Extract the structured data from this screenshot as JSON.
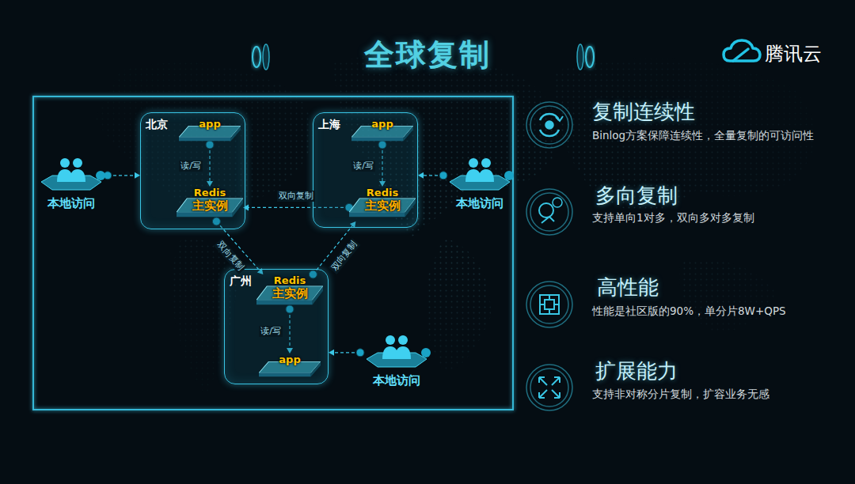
{
  "diagram": {
    "title": "全球复制",
    "nodes": [
      {
        "text": [
          "北京"
        ]
      },
      {
        "text": [
          "app"
        ],
        "in": 0
      },
      {
        "text": [
          "Redis",
          "主实例"
        ],
        "in": 0
      },
      {
        "text": [
          "上海"
        ]
      },
      {
        "text": [
          "app"
        ],
        "in": 3
      },
      {
        "text": [
          "Redis",
          "主实例"
        ],
        "in": 3
      },
      {
        "text": [
          "广州"
        ]
      },
      {
        "text": [
          "Redis",
          "主实例"
        ],
        "in": 6
      },
      {
        "text": [
          "app"
        ],
        "in": 6
      },
      {
        "text": [
          "本地访问"
        ]
      },
      {
        "text": [
          "本地访问"
        ]
      },
      {
        "text": [
          "本地访问"
        ]
      }
    ],
    "edges": [
      {
        "from": 1,
        "to": 2,
        "label": "读/写",
        "arrow": "to"
      },
      {
        "from": 4,
        "to": 5,
        "label": "读/写",
        "arrow": "to"
      },
      {
        "from": 7,
        "to": 8,
        "label": "读/写",
        "arrow": "to"
      },
      {
        "from": 5,
        "to": 2,
        "label": "双向复制",
        "arrow": "to"
      },
      {
        "from": 2,
        "to": 7,
        "label": "双向复制",
        "arrow": "to"
      },
      {
        "from": 7,
        "to": 5,
        "label": "双向复制",
        "arrow": "to"
      },
      {
        "from": 9,
        "to": 0,
        "arrow": "to"
      },
      {
        "from": 10,
        "to": 3,
        "arrow": "to"
      },
      {
        "from": 11,
        "to": 6,
        "arrow": "to"
      }
    ],
    "labels": [
      "腾讯云",
      "复制连续性",
      "Binlog方案保障连续性，全量复制的可访问性",
      "多向复制",
      "支持单向1对多，双向多对多复制",
      "高性能",
      "性能是社区版的90%，单分片8W+QPS",
      "扩展能力",
      "支持非对称分片复制，扩容业务无感"
    ]
  }
}
